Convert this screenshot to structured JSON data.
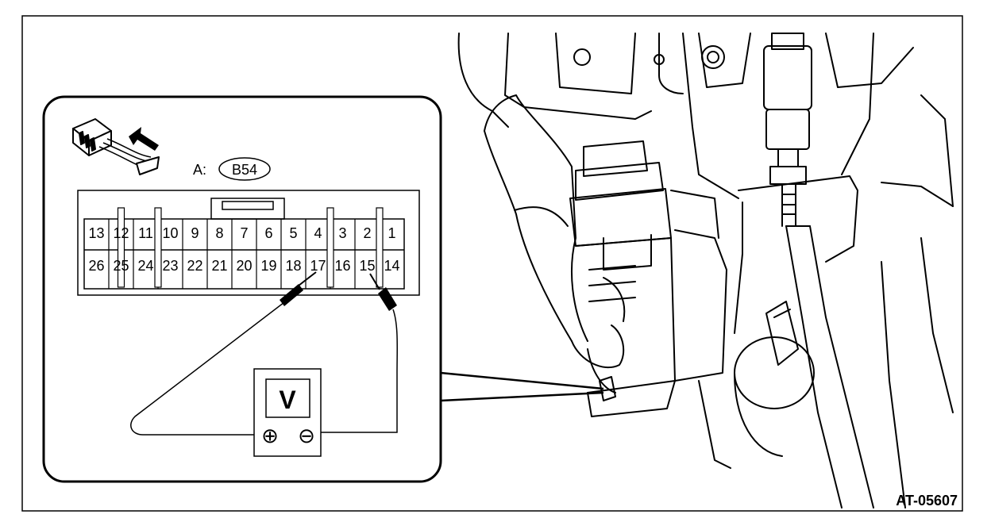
{
  "connector_label": {
    "prefix": "A:",
    "code": "B54"
  },
  "pins_top": [
    {
      "n": "13",
      "cell": 0
    },
    {
      "n": "12",
      "cell": 1
    },
    {
      "n": "11",
      "cell": 2
    },
    {
      "n": "10",
      "cell": 3
    },
    {
      "n": "9",
      "cell": 4
    },
    {
      "n": "8",
      "cell": 5
    },
    {
      "n": "7",
      "cell": 6
    },
    {
      "n": "6",
      "cell": 7
    },
    {
      "n": "5",
      "cell": 8
    },
    {
      "n": "4",
      "cell": 9
    },
    {
      "n": "3",
      "cell": 10
    },
    {
      "n": "2",
      "cell": 11
    },
    {
      "n": "1",
      "cell": 12
    }
  ],
  "pins_bottom": [
    {
      "n": "26",
      "cell": 0
    },
    {
      "n": "25",
      "cell": 1
    },
    {
      "n": "24",
      "cell": 2
    },
    {
      "n": "23",
      "cell": 3
    },
    {
      "n": "22",
      "cell": 4
    },
    {
      "n": "21",
      "cell": 5
    },
    {
      "n": "20",
      "cell": 6
    },
    {
      "n": "19",
      "cell": 7
    },
    {
      "n": "18",
      "cell": 8
    },
    {
      "n": "17",
      "cell": 9
    },
    {
      "n": "16",
      "cell": 10
    },
    {
      "n": "15",
      "cell": 11
    },
    {
      "n": "14",
      "cell": 12
    }
  ],
  "meter": {
    "symbol": "V",
    "positive": "⊕",
    "negative": "⊖"
  },
  "figure_id": "AT-05607",
  "icons": [
    "connector-icon",
    "insert-direction-arrow-icon",
    "voltmeter-icon",
    "probe-icon"
  ]
}
